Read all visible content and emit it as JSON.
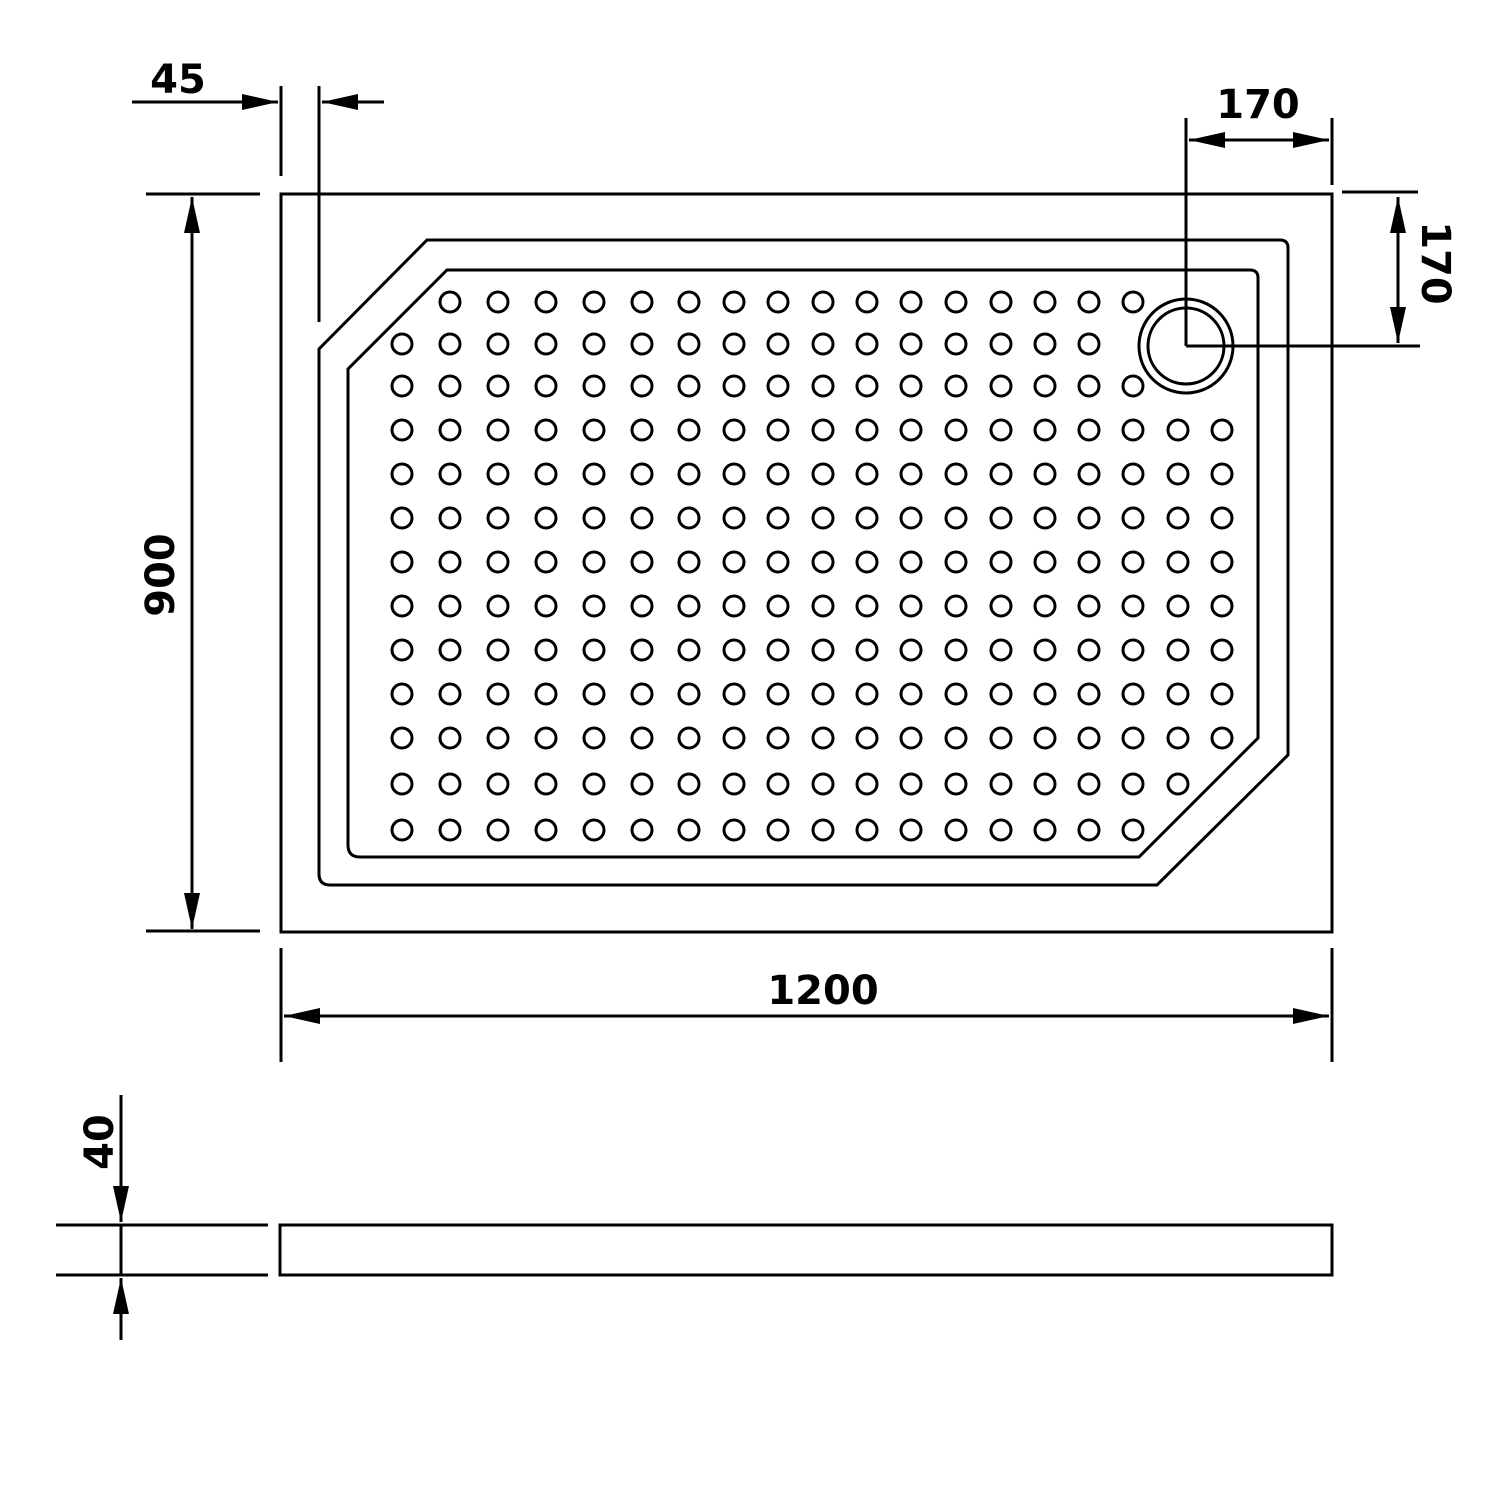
{
  "dimensions": {
    "rim_width": "45",
    "drain_offset_x": "170",
    "drain_offset_y": "170",
    "width": "900",
    "length": "1200",
    "height": "40"
  },
  "colors": {
    "line": "#000000",
    "background": "#ffffff"
  },
  "anti_slip_dots": {
    "rows": 13,
    "row_column_ranges": [
      [
        1,
        16
      ],
      [
        0,
        15
      ],
      [
        0,
        16
      ],
      [
        0,
        18
      ],
      [
        0,
        18
      ],
      [
        0,
        18
      ],
      [
        0,
        18
      ],
      [
        0,
        18
      ],
      [
        0,
        18
      ],
      [
        0,
        18
      ],
      [
        0,
        18
      ],
      [
        0,
        17
      ],
      [
        0,
        16
      ]
    ]
  }
}
